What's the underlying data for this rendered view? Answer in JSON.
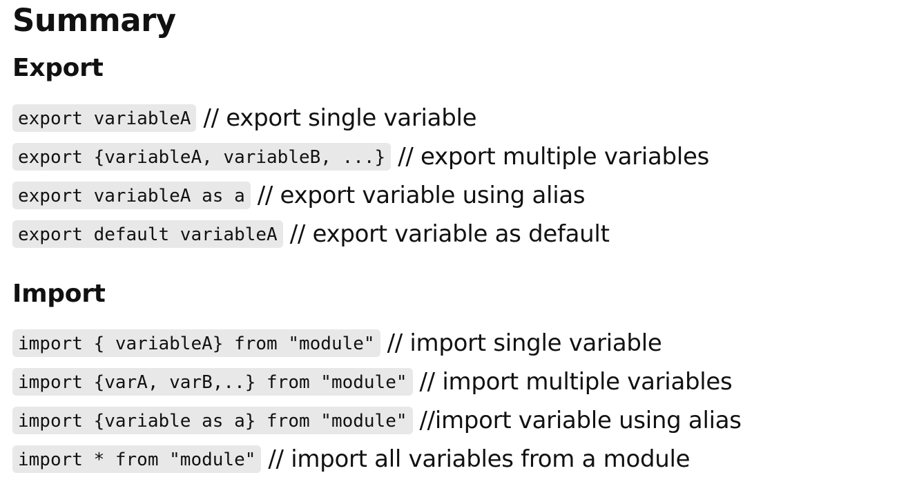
{
  "title": "Summary",
  "export": {
    "heading": "Export",
    "rows": [
      {
        "code": "export variableA",
        "comment": "// export single variable"
      },
      {
        "code": "export {variableA, variableB, ...}",
        "comment": "// export multiple variables"
      },
      {
        "code": "export variableA as a",
        "comment": "// export variable using alias"
      },
      {
        "code": "export default variableA",
        "comment": "// export variable as default"
      }
    ]
  },
  "import": {
    "heading": "Import",
    "rows": [
      {
        "code": "import { variableA} from \"module\"",
        "comment": "// import single variable"
      },
      {
        "code": "import {varA, varB,..} from \"module\"",
        "comment": "// import multiple variables"
      },
      {
        "code": "import {variable as a} from \"module\"",
        "comment": "//import variable using alias"
      },
      {
        "code": "import * from \"module\"",
        "comment": "// import all variables from a module"
      }
    ]
  }
}
